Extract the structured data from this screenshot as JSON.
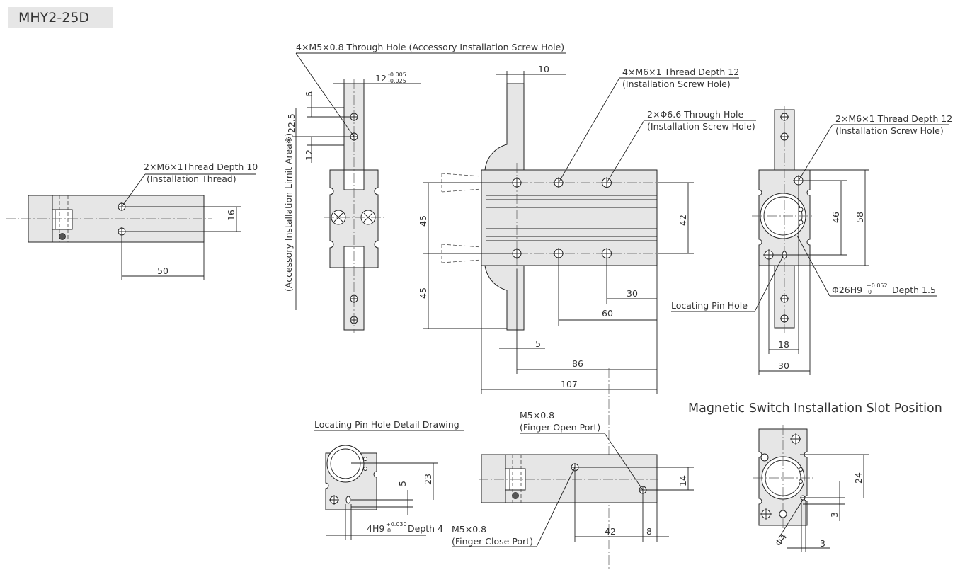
{
  "model": "MHY2-25D",
  "section_title": "Magnetic Switch Installation Slot Position",
  "detail_title": "Locating Pin Hole Detail Drawing",
  "callouts": {
    "left_thread_1": "2×M6×1Thread Depth 10",
    "left_thread_2": "(Installation Thread)",
    "acc_hole": "4×M5×0.8 Through Hole (Accessory Installation Screw Hole)",
    "acc_area": "(Accessory Installation Limit Area※)",
    "front_thread_1": "4×M6×1 Thread Depth 12",
    "front_thread_2": "(Installation Screw Hole)",
    "front_through_1": "2×Φ6.6 Through Hole",
    "front_through_2": "(Installation Screw Hole)",
    "right_thread_1": "2×M6×1 Thread Depth 12",
    "right_thread_2": "(Installation Screw Hole)",
    "pin_hole": "Locating Pin Hole",
    "bore_main": "Φ26H9",
    "bore_tol_up": "+0.052",
    "bore_tol_low": "0",
    "bore_depth": "Depth 1.5",
    "open_port_1": "M5×0.8",
    "open_port_2": "(Finger Open Port)",
    "close_port_1": "M5×0.8",
    "close_port_2": "(Finger Close Port)",
    "pin_tol_main": "4H9",
    "pin_tol_up": "+0.030",
    "pin_tol_low": "0",
    "pin_tol_depth": "Depth 4",
    "acc_width_main": "12",
    "acc_width_up": "-0.005",
    "acc_width_low": "-0.025"
  },
  "dims": {
    "d50": "50",
    "d16": "16",
    "d6": "6",
    "d22_5": "22.5",
    "d12": "12",
    "d10": "10",
    "d45a": "45",
    "d45b": "45",
    "d42": "42",
    "d30": "30",
    "d60": "60",
    "d5": "5",
    "d86": "86",
    "d107": "107",
    "d46": "46",
    "d58": "58",
    "d18": "18",
    "d30r": "30",
    "d14": "14",
    "d42b": "42",
    "d8": "8",
    "d5b": "5",
    "d23": "23",
    "d24": "24",
    "d3v": "3",
    "d3h": "3",
    "dphi4": "Φ4"
  }
}
